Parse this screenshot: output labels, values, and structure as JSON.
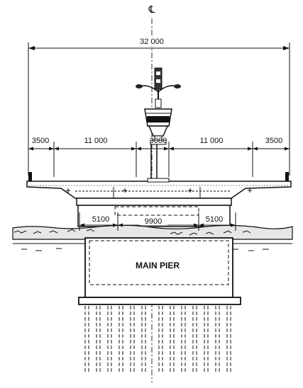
{
  "diagram": {
    "centerline_symbol": "℄",
    "pier_label": "MAIN PIER",
    "overall_width": "32 000",
    "deck_dims": [
      "3500",
      "11 000",
      "3000",
      "11 000",
      "3500"
    ],
    "pier_dims": [
      "5100",
      "9900",
      "5100"
    ]
  },
  "colors": {
    "ink": "#111111",
    "paper": "#ffffff",
    "ground": "#e6e6e6"
  }
}
